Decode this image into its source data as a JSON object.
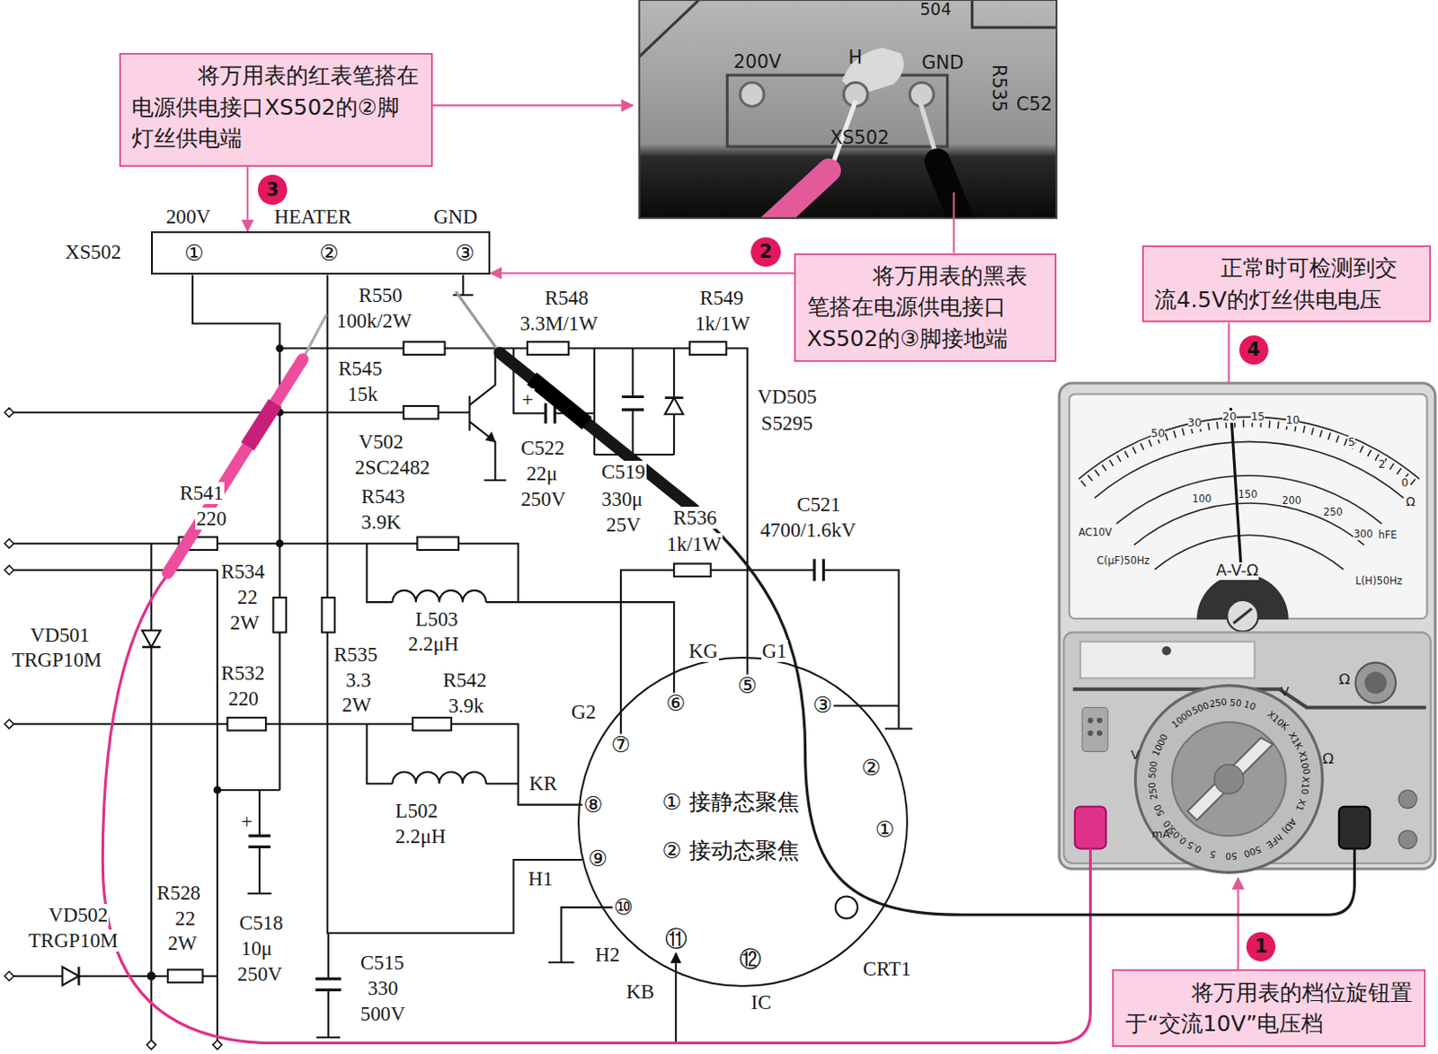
{
  "diagram": {
    "nodes": [
      {
        "text": [
          "将万用表的红表笔搭在电源供电接口XS502的②脚灯丝供电端"
        ]
      },
      {
        "text": [
          "3"
        ]
      },
      {
        "text": [
          "①",
          "②",
          "③"
        ]
      },
      {
        "text": [
          "2"
        ]
      },
      {
        "text": [
          "将万用表的黑表笔搭在电源供电接口XS502的③脚接地端"
        ]
      },
      {
        "text": [
          "4"
        ]
      },
      {
        "text": [
          "正常时可检测到交流4.5V的灯丝供电电压"
        ]
      },
      {
        "text": [
          "① 接静态聚焦",
          "② 接动态聚焦"
        ]
      },
      {
        "text": [
          "1"
        ]
      },
      {
        "text": [
          "将万用表的档位旋钮置于“交流10V”电压档"
        ]
      }
    ],
    "edges": [
      {
        "from": 0,
        "to": 2,
        "arrow": "to"
      },
      {
        "from": 4,
        "to": 2,
        "arrow": "to"
      },
      {
        "from": 2,
        "to": 7,
        "arrow": "none"
      }
    ],
    "labels": [
      "504",
      "200V",
      "H",
      "GND",
      "XS502",
      "R535",
      "C52",
      "200V",
      "HEATER",
      "GND",
      "XS502",
      "R550",
      "100k/2W",
      "R548",
      "3.3M/1W",
      "R549",
      "1k/1W",
      "R545",
      "15k",
      "V502",
      "2SC2482",
      "+",
      "C522",
      "22μ",
      "250V",
      "C519",
      "330μ",
      "25V",
      "VD505",
      "S5295",
      "R543",
      "3.9K",
      "C521",
      "4700/1.6kV",
      "R536",
      "1k/1W",
      "L503",
      "2.2μH",
      "R541",
      "220",
      "R534",
      "22",
      "2W",
      "R535",
      "3.3",
      "2W",
      "R542",
      "3.9k",
      "R532",
      "220",
      "L502",
      "2.2μH",
      "VD501",
      "TRGP10M",
      "+",
      "C518",
      "10μ",
      "250V",
      "C515",
      "330",
      "500V",
      "R528",
      "22",
      "2W",
      "VD502",
      "TRGP10M",
      "KG",
      "G1",
      "G2",
      "KR",
      "H1",
      "H2",
      "KB",
      "IC",
      "CRT1",
      "⑦",
      "⑥",
      "⑤",
      "③",
      "②",
      "①",
      "⑫",
      "⑪",
      "⑩",
      "⑨",
      "⑧",
      "AC10V",
      "C(μF)50Hz",
      "L(H)50Hz",
      "A-V-Ω",
      "hFE",
      "Ω",
      "50",
      "30",
      "20",
      "15",
      "10",
      "5",
      "2",
      "0",
      "100",
      "150",
      "200",
      "250",
      "300",
      "10",
      "50",
      "250",
      "500",
      "1000",
      "1000",
      "500",
      "250",
      "50",
      "10",
      "X10K",
      "X1K",
      "X100",
      "X10",
      "X1",
      "ADJ",
      "hFE",
      "500",
      "50",
      "5",
      "0.5",
      "0.05",
      "V",
      "V",
      "Ω",
      "mA",
      "Ω"
    ]
  }
}
